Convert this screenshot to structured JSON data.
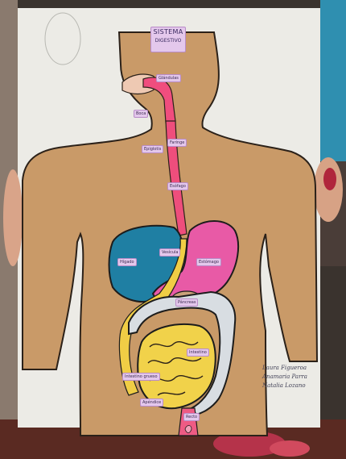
{
  "poster": {
    "title_line1": "SISTEMA",
    "title_line2": "DIGESTIVO"
  },
  "labels": {
    "glandulas": "Glándulas",
    "boca": "Boca",
    "epiglotis": "Epiglotis",
    "faringe": "Faringe",
    "esofago": "Esófago",
    "higado": "Hígado",
    "vesicula": "Vesícula",
    "estomago": "Estómago",
    "pancreas": "Páncreas",
    "intestino_delgado": "Intestino",
    "intestino_grueso": "Intestino grueso",
    "apendice": "Apéndice",
    "recto": "Recto"
  },
  "credits": {
    "line1": "Laura Figueroa",
    "line2": "Anamaria Parra",
    "line3": "Natalia Lozano"
  },
  "colors": {
    "body": "#c99a68",
    "liver": "#1f7fa3",
    "stomach": "#e85aa6",
    "esophagus": "#ee4e7c",
    "small_intestine": "#f1d24a",
    "large_intestine": "#d8dde2",
    "bile": "#f0cd45"
  }
}
